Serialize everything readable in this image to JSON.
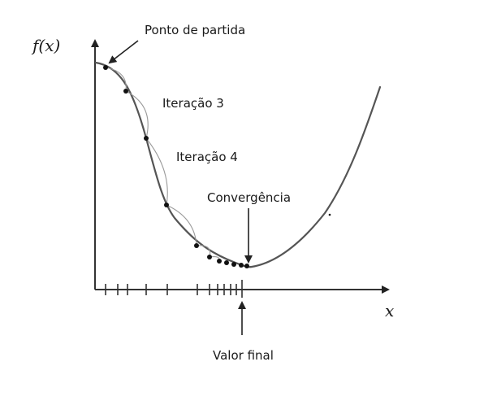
{
  "diagram": {
    "y_axis_label": "f(x)",
    "x_axis_label": "x",
    "annotations": {
      "start": "Ponto de partida",
      "iteration_3": "Iteração 3",
      "iteration_4": "Iteração 4",
      "convergence": "Convergência",
      "final_value": "Valor final"
    }
  }
}
